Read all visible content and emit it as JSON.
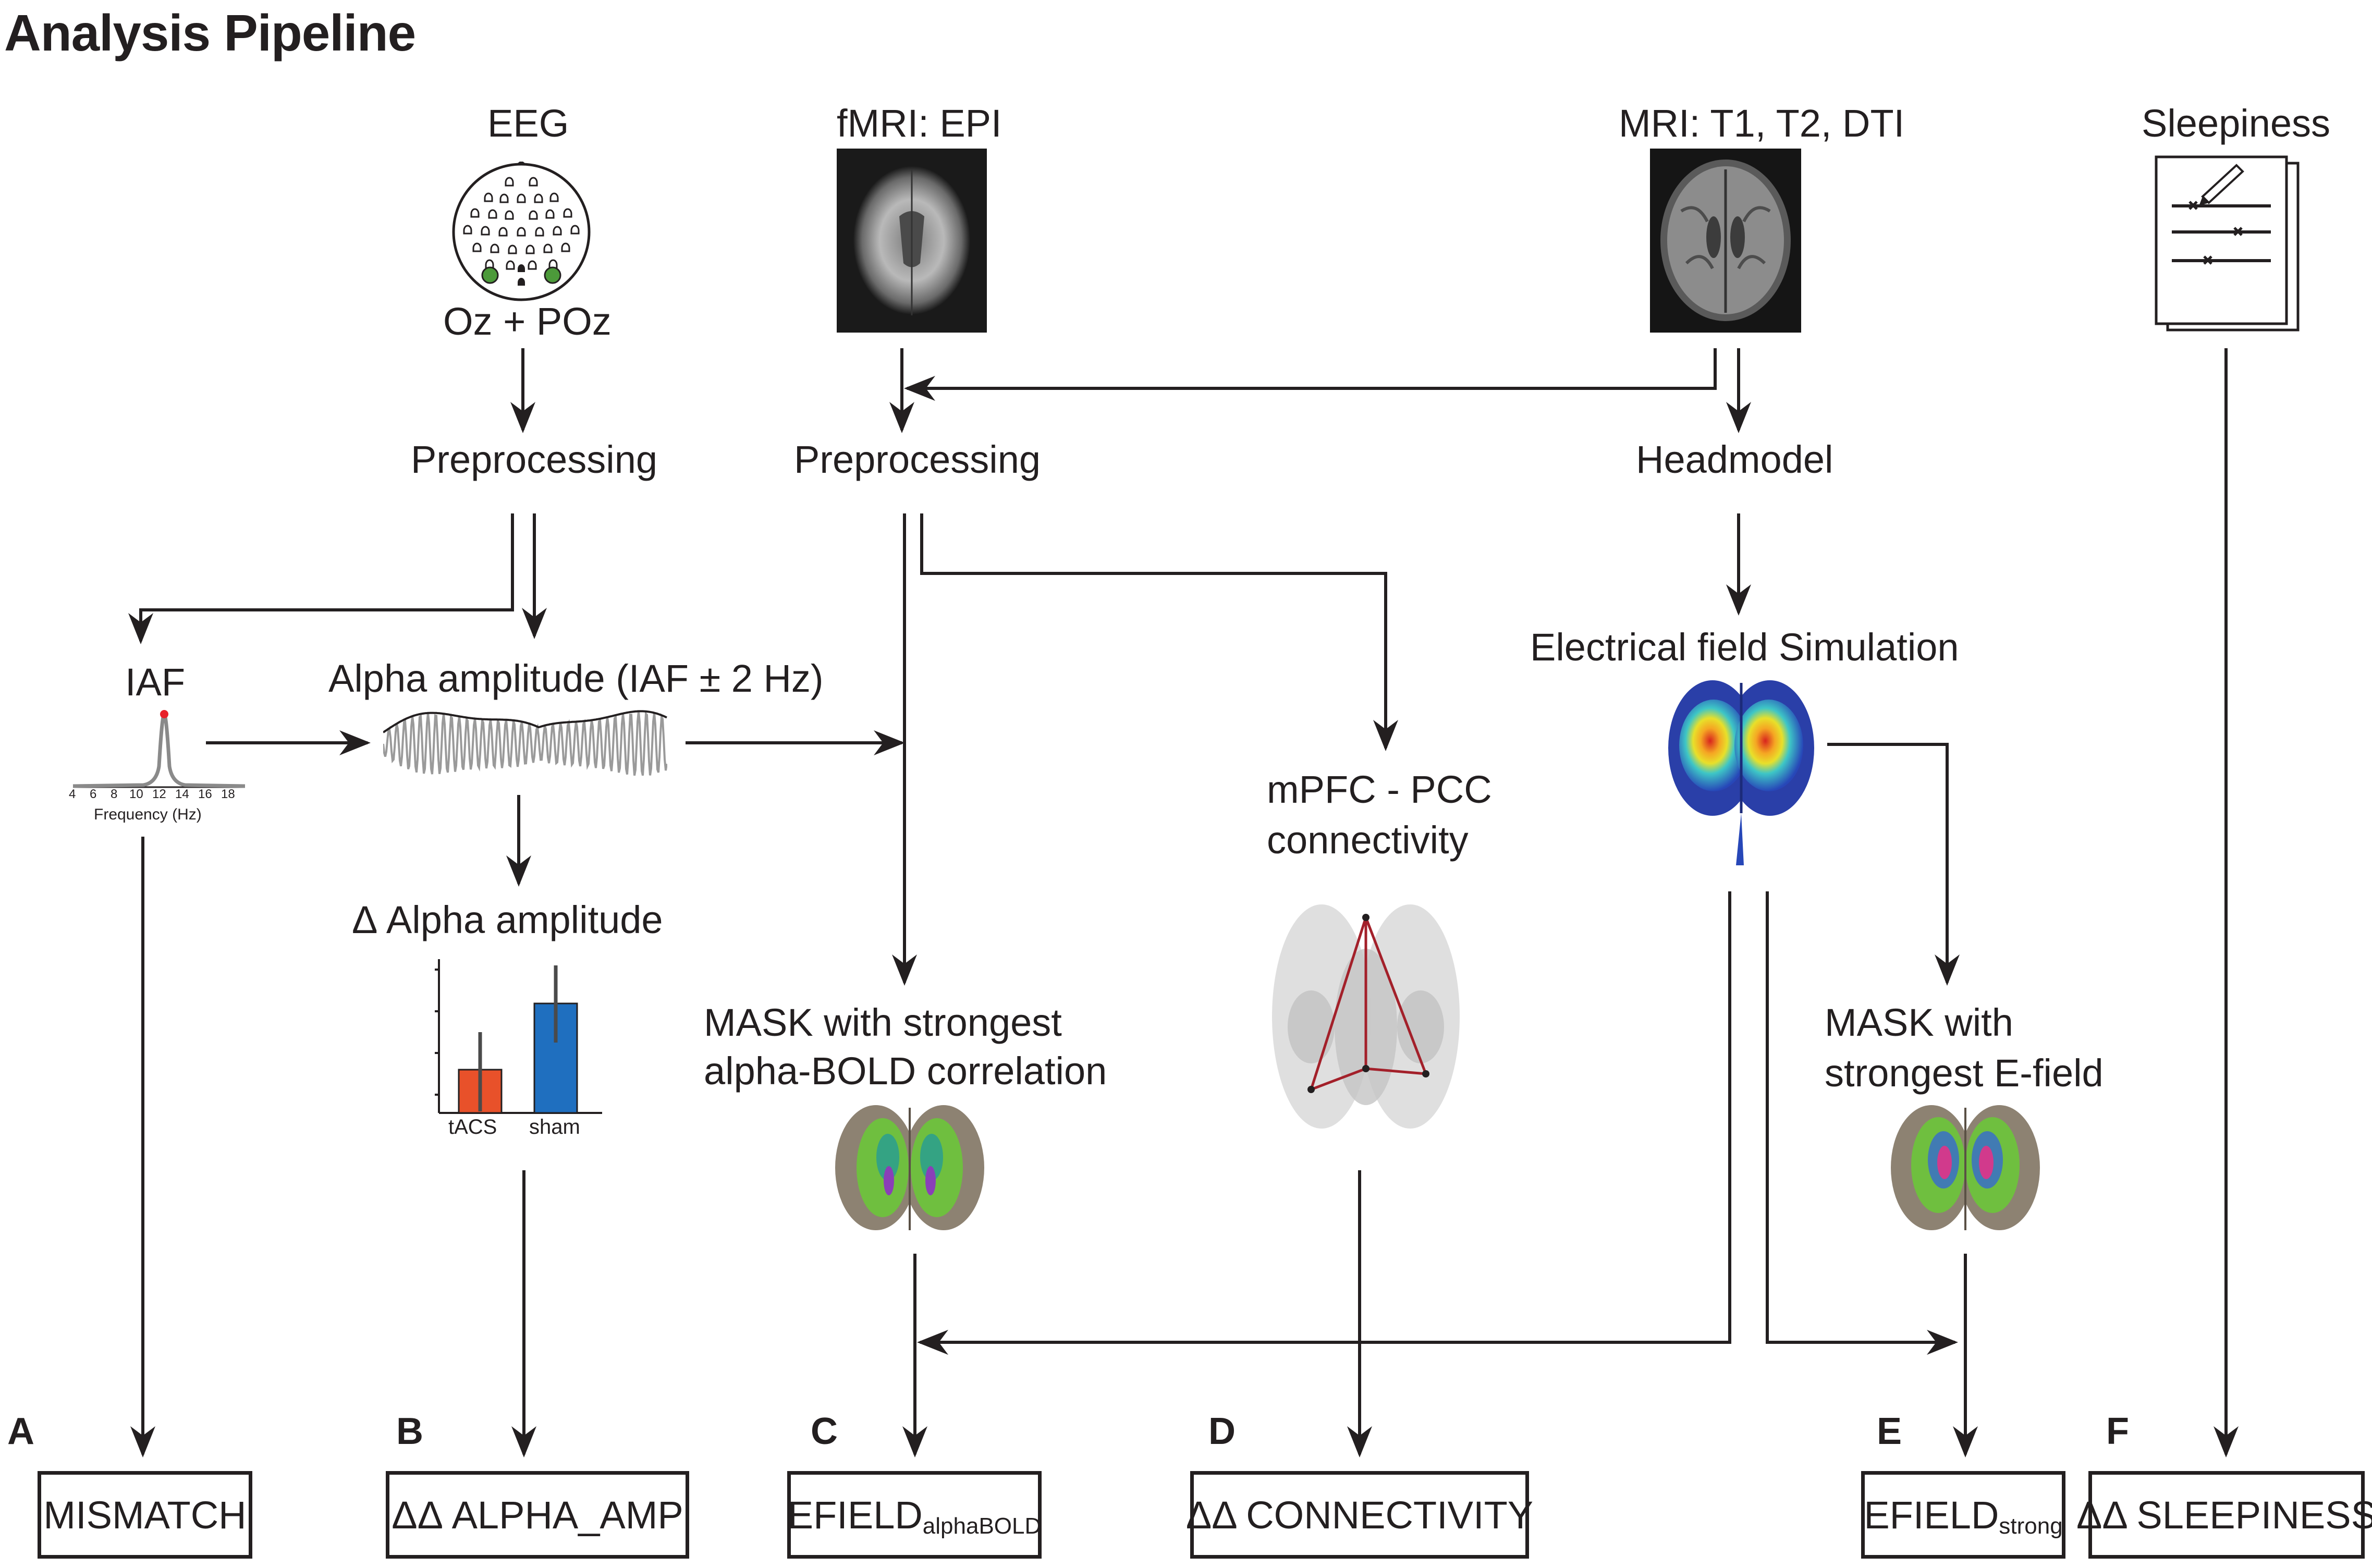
{
  "title": "Analysis Pipeline",
  "inputs": {
    "eeg": "EEG",
    "eeg_channels": "Oz + POz",
    "fmri": "fMRI: EPI",
    "mri": "MRI: T1, T2, DTI",
    "sleepiness": "Sleepiness"
  },
  "steps": {
    "preprocessing_eeg": "Preprocessing",
    "preprocessing_fmri": "Preprocessing",
    "headmodel": "Headmodel",
    "iaf": "IAF",
    "alpha_amplitude": "Alpha amplitude (IAF ± 2 Hz)",
    "efield_simulation": "Electrical field Simulation",
    "connectivity_line1": "mPFC - PCC",
    "connectivity_line2": "connectivity",
    "delta_alpha": "Δ Alpha amplitude",
    "mask_bold_line1": "MASK with strongest",
    "mask_bold_line2": "alpha-BOLD correlation",
    "mask_efield_line1": "MASK with",
    "mask_efield_line2": "strongest E-field"
  },
  "iaf_plot": {
    "xticks": [
      "4",
      "6",
      "8",
      "10",
      "12",
      "14",
      "16",
      "18"
    ],
    "xlabel": "Frequency (Hz)"
  },
  "bar_plot": {
    "categories": [
      "tACS",
      "sham"
    ],
    "colors": [
      "#e8512a",
      "#1f6fbf"
    ]
  },
  "outcomes": [
    {
      "letter": "A",
      "label": "MISMATCH",
      "sub": ""
    },
    {
      "letter": "B",
      "label": "ΔΔ ALPHA_AMP",
      "sub": ""
    },
    {
      "letter": "C",
      "label": "EFIELD",
      "sub": "alphaBOLD"
    },
    {
      "letter": "D",
      "label": "ΔΔ CONNECTIVITY",
      "sub": ""
    },
    {
      "letter": "E",
      "label": "EFIELD",
      "sub": "strong"
    },
    {
      "letter": "F",
      "label": "ΔΔ SLEEPINESS",
      "sub": ""
    }
  ]
}
